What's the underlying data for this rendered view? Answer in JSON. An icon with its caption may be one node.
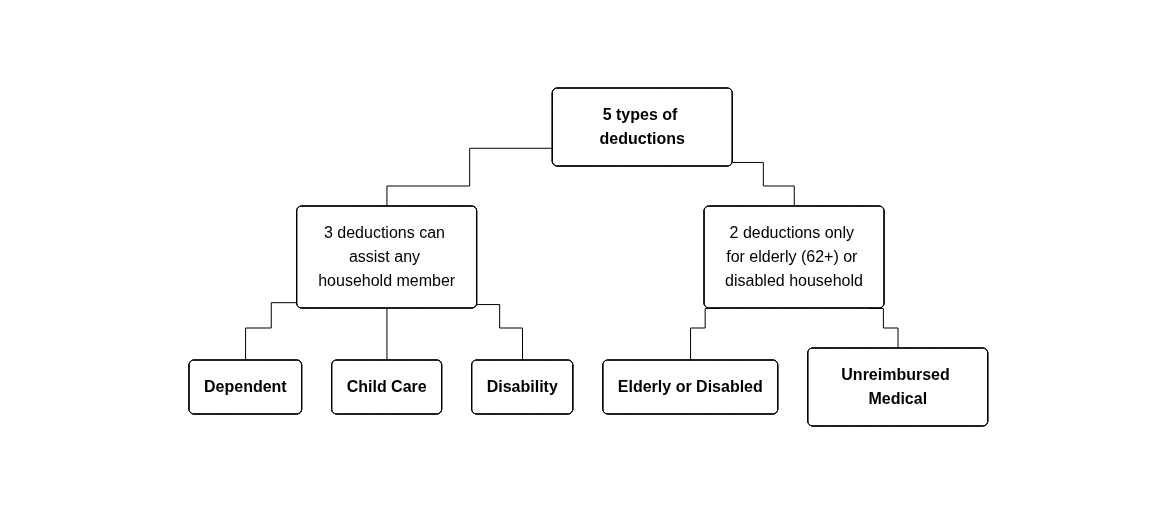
{
  "diagram": {
    "nodes": [
      {
        "text": [
          "5 types of deductions"
        ]
      },
      {
        "text": [
          "3 deductions can assist any household member"
        ]
      },
      {
        "text": [
          "2 deductions only for elderly (62+) or disabled household"
        ]
      },
      {
        "text": [
          "Dependent"
        ]
      },
      {
        "text": [
          "Child Care"
        ]
      },
      {
        "text": [
          "Disability"
        ]
      },
      {
        "text": [
          "Elderly or Disabled"
        ]
      },
      {
        "text": [
          "Unreimbursed Medical"
        ]
      }
    ],
    "edges": [
      {
        "from": 0,
        "to": 1,
        "arrow": "none"
      },
      {
        "from": 0,
        "to": 2,
        "arrow": "none"
      },
      {
        "from": 1,
        "to": 3,
        "arrow": "none"
      },
      {
        "from": 1,
        "to": 4,
        "arrow": "none"
      },
      {
        "from": 1,
        "to": 5,
        "arrow": "none"
      },
      {
        "from": 2,
        "to": 6,
        "arrow": "none"
      },
      {
        "from": 2,
        "to": 7,
        "arrow": "none"
      }
    ]
  }
}
